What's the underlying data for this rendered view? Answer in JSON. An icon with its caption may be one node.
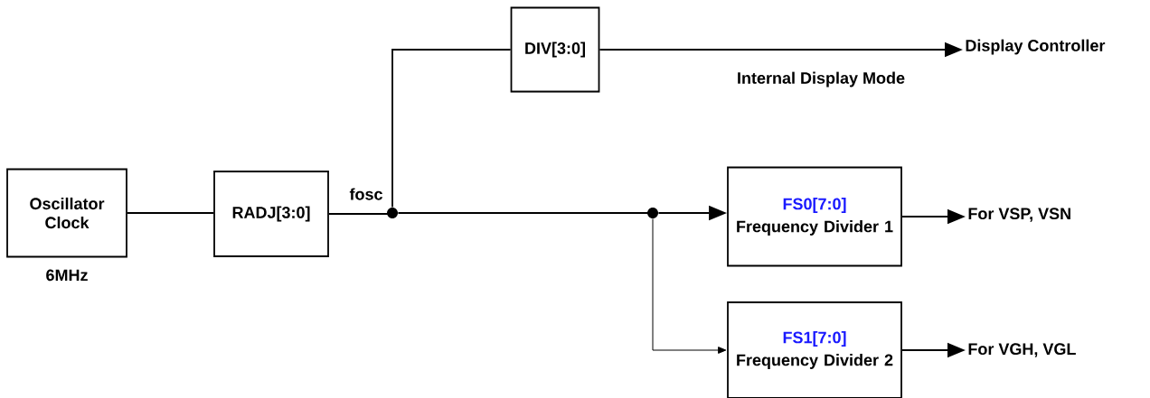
{
  "diagram": {
    "nodes": [
      {
        "text": [
          "Oscillator Clock"
        ],
        "beside": [
          "6MHz"
        ]
      },
      {
        "text": [
          "RADJ[3:0]"
        ]
      },
      {
        "text": [],
        "shape": "circle"
      },
      {
        "text": [
          "DIV[3:0]"
        ]
      },
      {
        "text": [
          "Display Controller"
        ]
      },
      {
        "text": [],
        "shape": "circle"
      },
      {
        "text": [
          "FS0[7:0]",
          "Frequency Divider 1"
        ]
      },
      {
        "text": [
          "For VSP, VSN"
        ]
      },
      {
        "text": [
          "FS1[7:0]",
          "Frequency Divider 2"
        ]
      },
      {
        "text": [
          "For VGH, VGL"
        ]
      }
    ],
    "edges": [
      {
        "from": 0,
        "to": 1,
        "arrow": "none"
      },
      {
        "from": 1,
        "to": 2,
        "arrow": "none",
        "label": "fosc"
      },
      {
        "from": 2,
        "to": 3,
        "arrow": "none"
      },
      {
        "from": 3,
        "to": 4,
        "arrow": "to",
        "label": "Internal Display Mode"
      },
      {
        "from": 2,
        "to": 5,
        "arrow": "none"
      },
      {
        "from": 5,
        "to": 6,
        "arrow": "to"
      },
      {
        "from": 6,
        "to": 7,
        "arrow": "to"
      },
      {
        "from": 5,
        "to": 8,
        "arrow": "to"
      },
      {
        "from": 8,
        "to": 9,
        "arrow": "to"
      }
    ]
  }
}
